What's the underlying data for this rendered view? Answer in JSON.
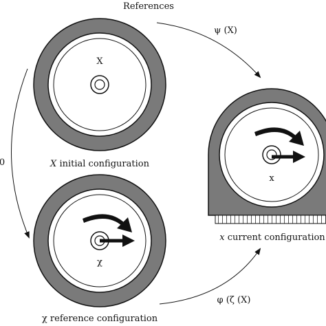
{
  "title": "References",
  "labels": {
    "psi_map": "ψ (X)",
    "phi_map": "φ (ζ (X)",
    "left_map": "0",
    "initial_symbol": "X",
    "initial_caption_var": "X",
    "initial_caption_text": "initial configuration",
    "reference_symbol": "χ",
    "reference_caption_var": "χ",
    "reference_caption_text": "reference configuration",
    "current_symbol": "x",
    "current_caption_var": "x",
    "current_caption_text": "current configuration"
  },
  "colors": {
    "tire": "#7a7a7a",
    "line": "#111111",
    "ground_hatch": "#555555",
    "background": "#ffffff"
  }
}
